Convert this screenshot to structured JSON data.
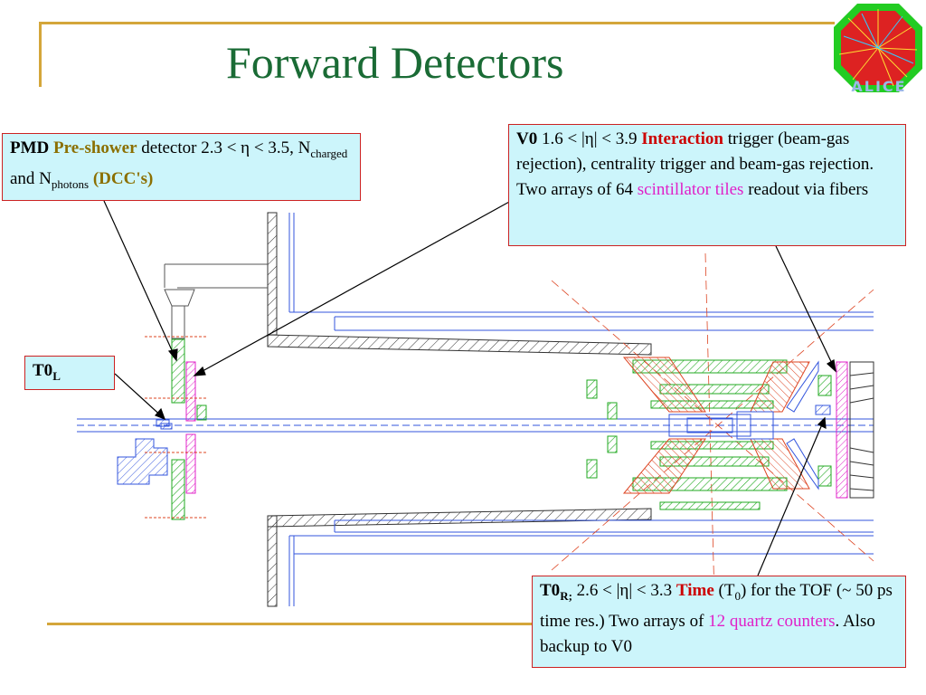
{
  "slide": {
    "title": "Forward Detectors",
    "logo_text": "ALICE"
  },
  "pmd_box": {
    "name": "PMD",
    "highlight": "Pre-shower",
    "text1": " detector 2.3 < η < 3.5, N",
    "sub1": "charged",
    "text2": " and  N",
    "sub2": "photons",
    "highlight2": " (DCC's)"
  },
  "v0_box": {
    "name": "V0",
    "range": " 1.6 < |η| < 3.9  ",
    "highlight": "Interaction",
    "text1": " trigger (beam-gas rejection), centrality trigger and beam-gas rejection. Two arrays of 64 ",
    "highlight2": "scintillator tiles",
    "text2": " readout via fibers"
  },
  "t0l_box": {
    "name": "T0",
    "sub": "L"
  },
  "t0r_box": {
    "name": "T0",
    "sub": "R;",
    "range": " 2.6 < |η| < 3.3  ",
    "highlight": "Time",
    "text1": " (T",
    "sub2": "0",
    "text2": ") for the TOF (~ 50 ps time res.) Two arrays of ",
    "highlight2": "12 quartz counters",
    "text3": ". Also backup to V0"
  },
  "colors": {
    "title": "#1a6b35",
    "frame": "#d4a63a",
    "box_fill": "#ccf5fb",
    "box_border": "#cc2222",
    "pre_shower": "#8b6f00",
    "emphasis_red": "#cc0000",
    "emphasis_pink": "#e020c8",
    "detector_blue": "#3355dd",
    "hatch_green": "#22aa22"
  }
}
